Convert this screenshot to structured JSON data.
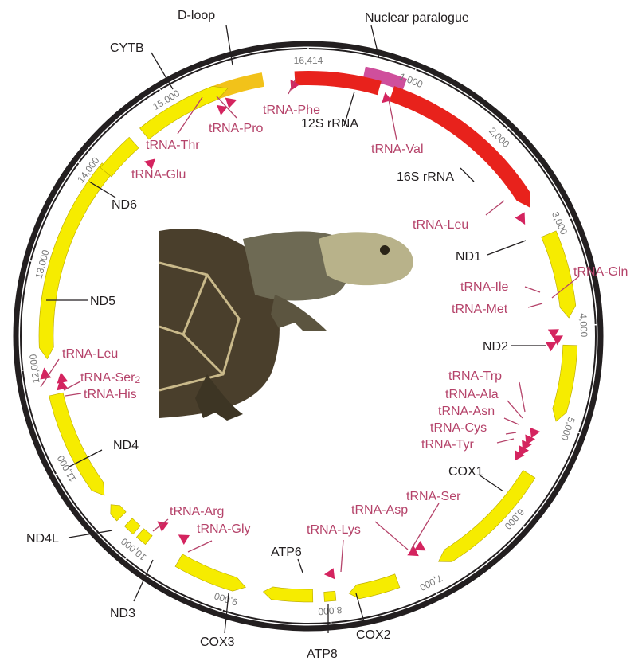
{
  "genome": {
    "origin_label": "16,414",
    "tick_labels": [
      "1,000",
      "2,000",
      "3,000",
      "4,000",
      "5,000",
      "6,000",
      "7,000",
      "8,000",
      "9,000",
      "10,000",
      "11,000",
      "12,000",
      "13,000",
      "14,000",
      "15,000"
    ],
    "colors": {
      "ring": "#231f20",
      "protein_gene": "#f6ec00",
      "rrna": "#e8221c",
      "control_region": "#f2c21a",
      "nuclear_paralogue": "#cf4f9c",
      "trna": "#d4245f",
      "trna_label": "#b5436a",
      "label": "#231f20"
    }
  },
  "labels": {
    "dloop": "D-loop",
    "nuclear": "Nuclear paralogue",
    "cytb": "CYTB",
    "trna_phe": "tRNA-Phe",
    "rrna12s": "12S rRNA",
    "trna_pro": "tRNA-Pro",
    "trna_thr": "tRNA-Thr",
    "trna_val": "tRNA-Val",
    "trna_glu": "tRNA-Glu",
    "rrna16s": "16S rRNA",
    "nd6": "ND6",
    "trna_leu1": "tRNA-Leu",
    "nd1": "ND1",
    "nd5": "ND5",
    "trna_gln": "tRNA-Gln",
    "trna_ile": "tRNA-Ile",
    "trna_met": "tRNA-Met",
    "nd2": "ND2",
    "trna_leu2": "tRNA-Leu",
    "trna_ser2_base": "tRNA-Ser",
    "trna_ser2_sub": "2",
    "trna_his": "tRNA-His",
    "trna_trp": "tRNA-Trp",
    "trna_ala": "tRNA-Ala",
    "trna_asn": "tRNA-Asn",
    "trna_cys": "tRNA-Cys",
    "trna_tyr": "tRNA-Tyr",
    "nd4": "ND4",
    "cox1": "COX1",
    "trna_ser": "tRNA-Ser",
    "trna_asp": "tRNA-Asp",
    "trna_arg": "tRNA-Arg",
    "trna_gly": "tRNA-Gly",
    "atp6": "ATP6",
    "trna_lys": "tRNA-Lys",
    "nd4l": "ND4L",
    "nd3": "ND3",
    "cox3": "COX3",
    "cox2": "COX2",
    "atp8": "ATP8"
  },
  "photo": {
    "subject": "turtle-photo"
  }
}
